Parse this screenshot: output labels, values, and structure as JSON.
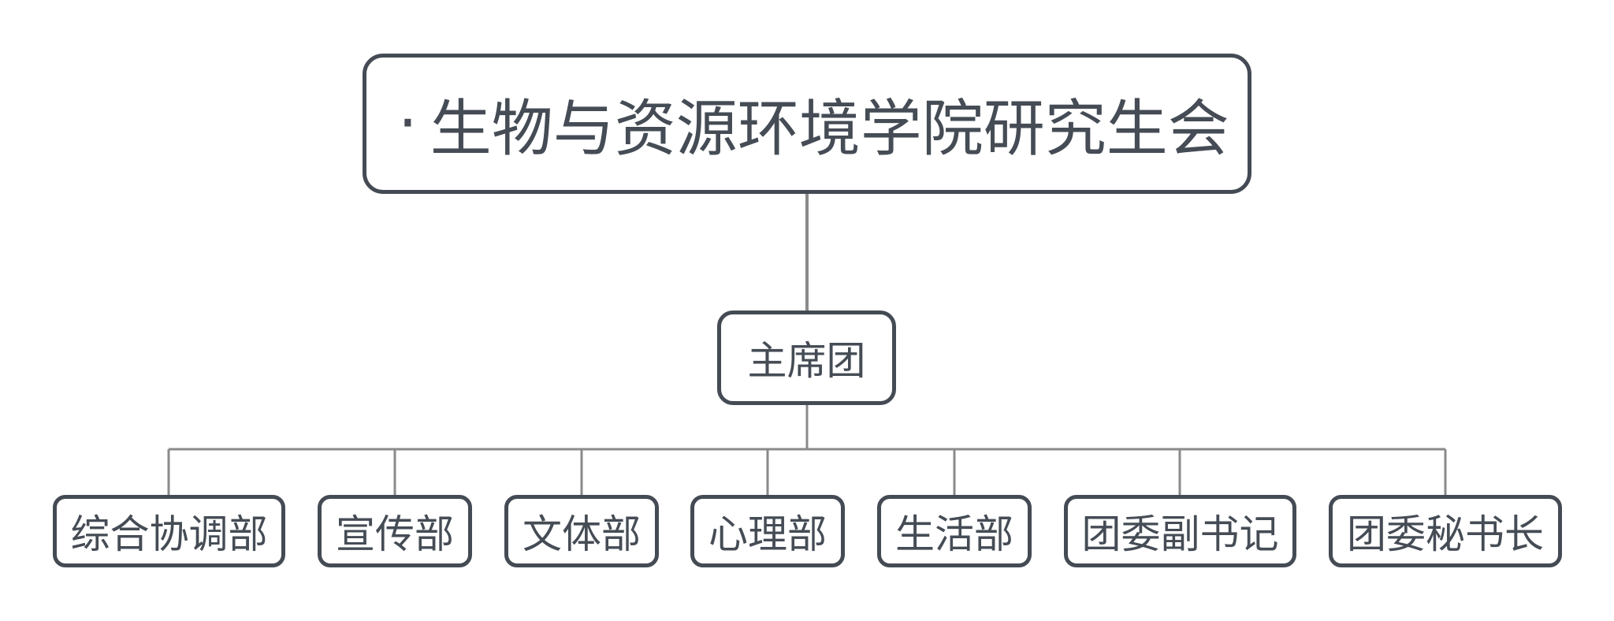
{
  "root": {
    "bullet": "·",
    "title": "生物与资源环境学院研究生会"
  },
  "presidium": {
    "label": "主席团"
  },
  "departments": [
    {
      "label": "综合协调部"
    },
    {
      "label": "宣传部"
    },
    {
      "label": "文体部"
    },
    {
      "label": "心理部"
    },
    {
      "label": "生活部"
    },
    {
      "label": "团委副书记"
    },
    {
      "label": "团委秘书长"
    }
  ],
  "colors": {
    "node_border": "#444b54",
    "connector": "#8a8a8a",
    "text": "#454c55"
  }
}
